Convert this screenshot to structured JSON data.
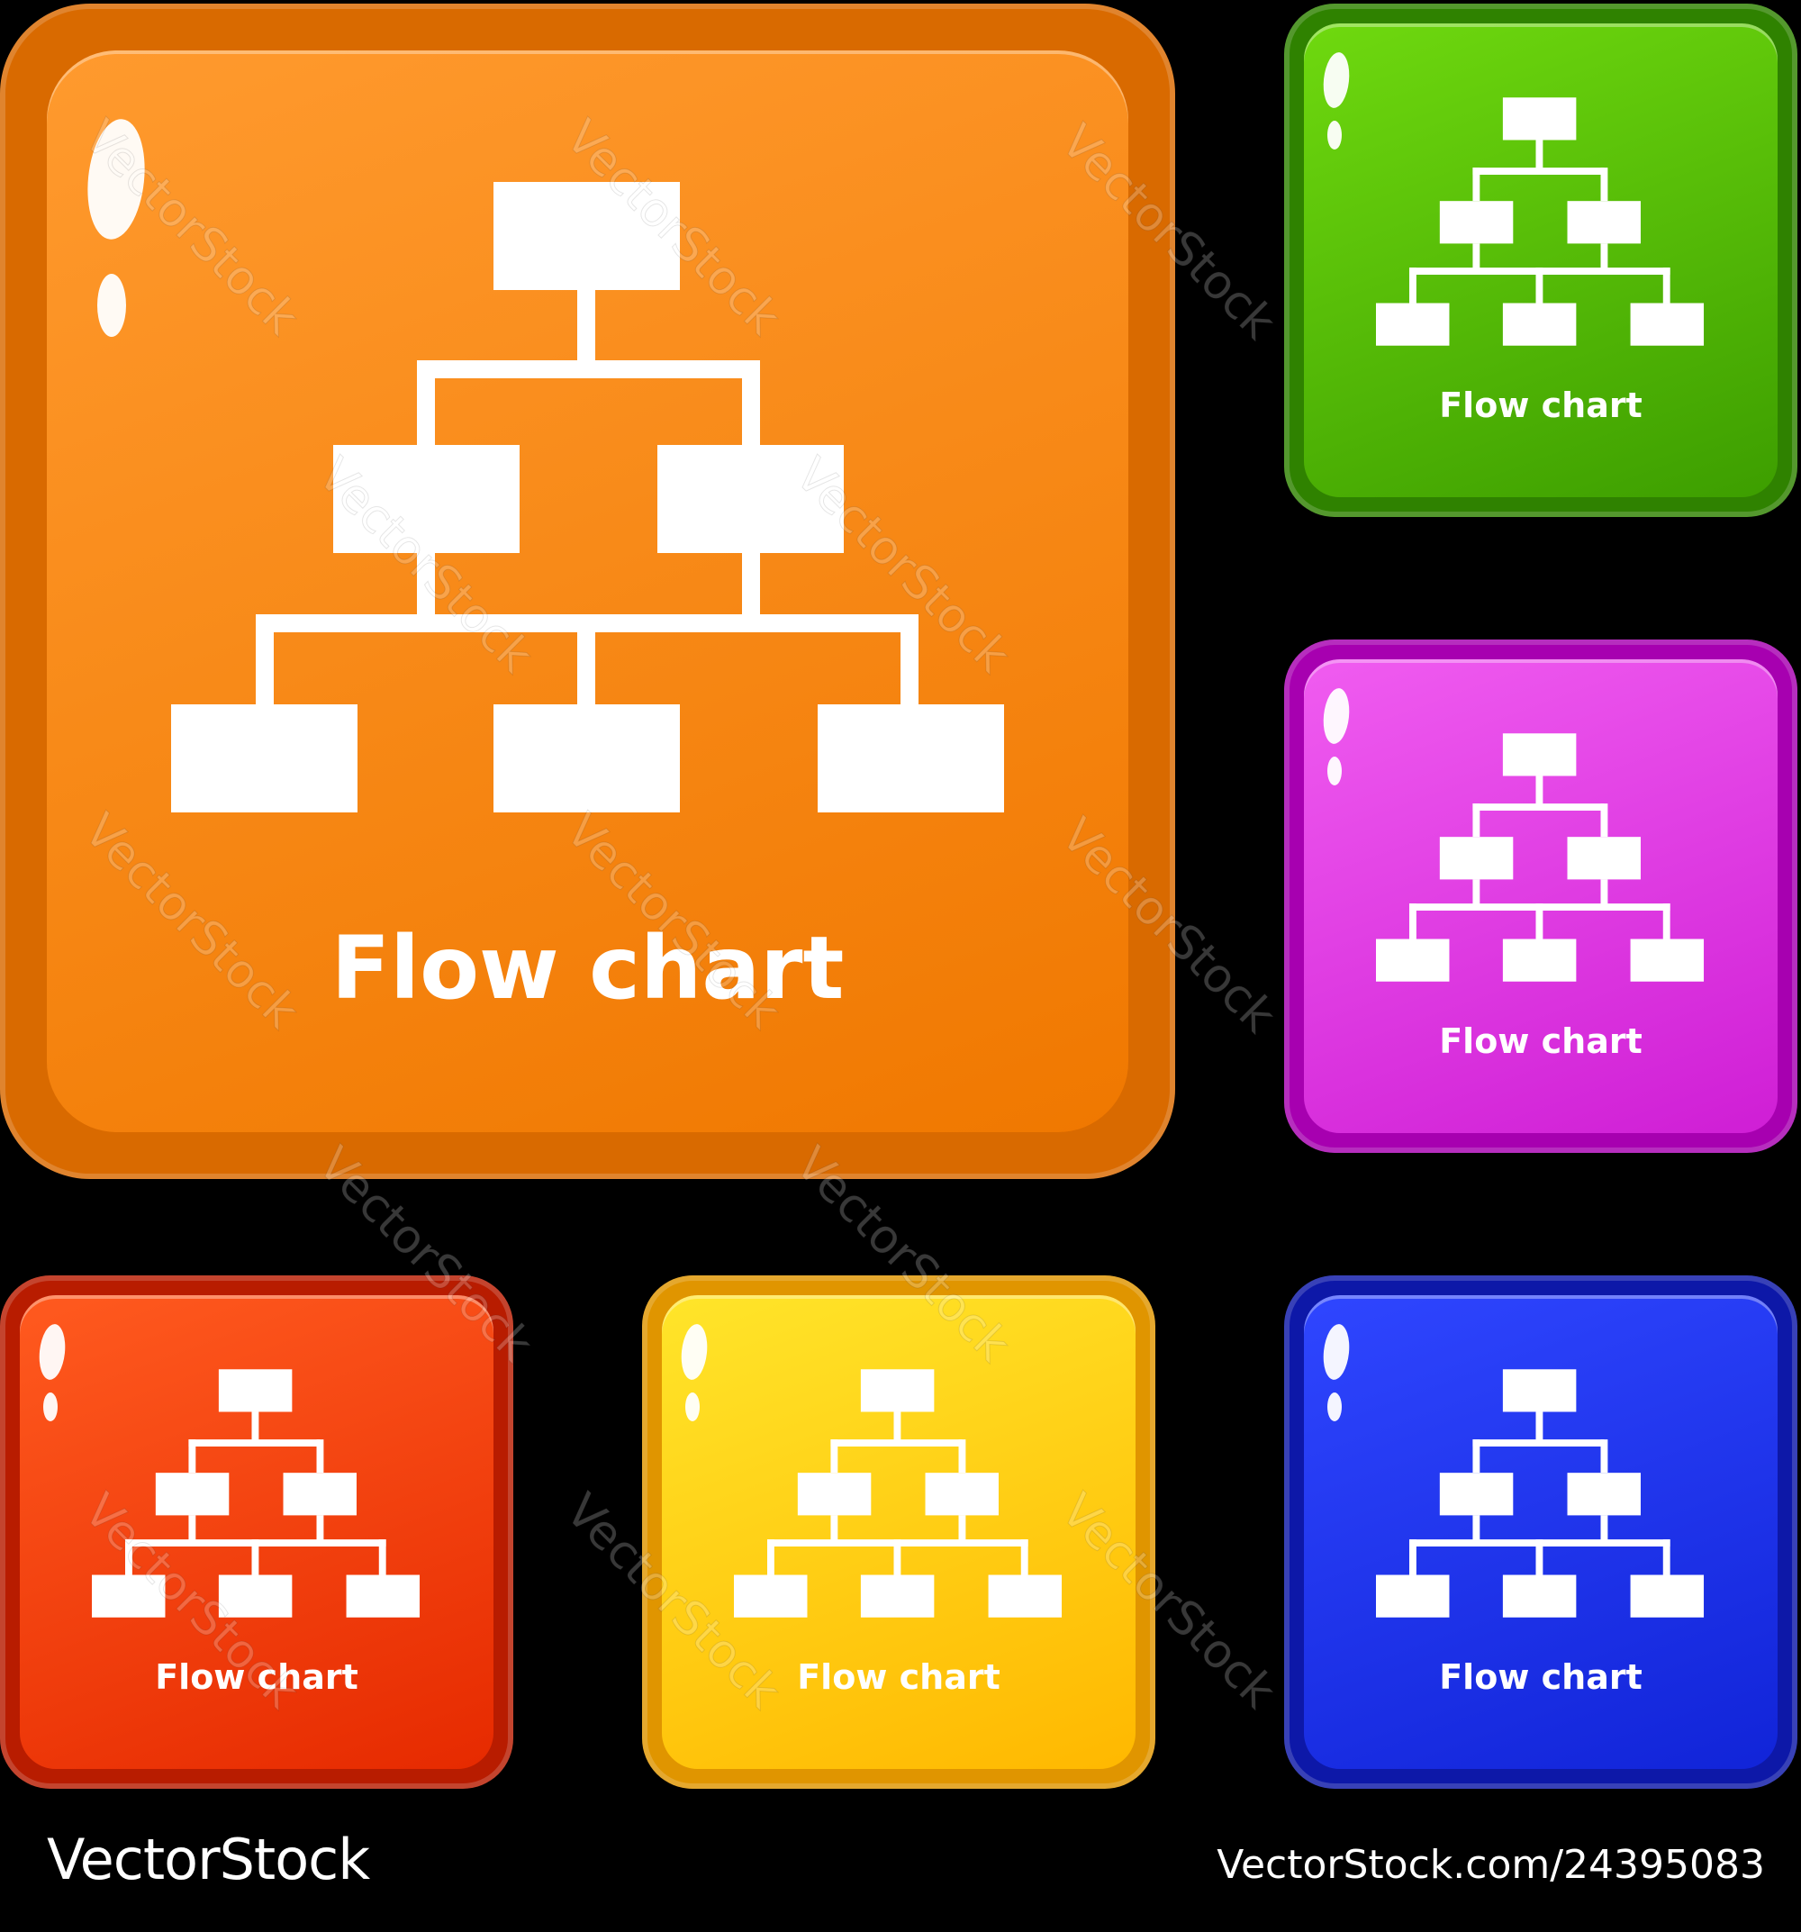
{
  "tiles": [
    {
      "name": "orange",
      "label": "Flow chart",
      "colors": {
        "top": "#ff9a2e",
        "bottom": "#f07800",
        "edge": "#d96a00"
      }
    },
    {
      "name": "green",
      "label": "Flow chart",
      "colors": {
        "top": "#6fd90f",
        "bottom": "#3d9e00",
        "edge": "#2f8200"
      }
    },
    {
      "name": "magenta",
      "label": "Flow chart",
      "colors": {
        "top": "#f05cf0",
        "bottom": "#cf1ed5",
        "edge": "#a700b0"
      }
    },
    {
      "name": "red",
      "label": "Flow chart",
      "colors": {
        "top": "#ff5a1f",
        "bottom": "#e62a00",
        "edge": "#b81c00"
      }
    },
    {
      "name": "yellow",
      "label": "Flow chart",
      "colors": {
        "top": "#ffe52a",
        "bottom": "#ffb800",
        "edge": "#e09500"
      }
    },
    {
      "name": "blue",
      "label": "Flow chart",
      "colors": {
        "top": "#2f46ff",
        "bottom": "#1124d8",
        "edge": "#0d18a8"
      }
    }
  ],
  "watermark": {
    "text": "VectorStock"
  },
  "footer": {
    "brand": "VectorStock",
    "url": "VectorStock.com/24395083"
  },
  "icon": "flowchart-icon"
}
